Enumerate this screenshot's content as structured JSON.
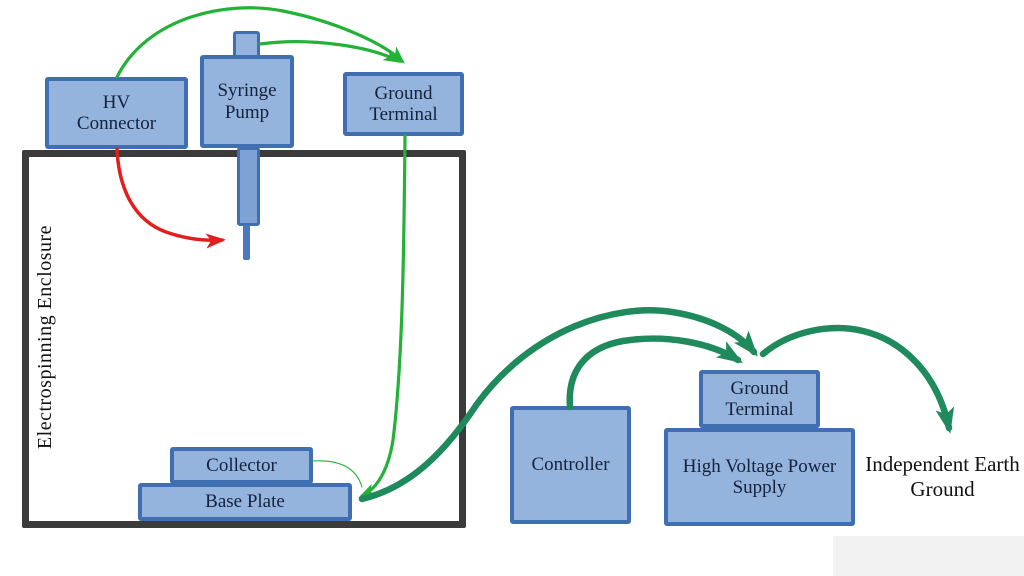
{
  "diagram": {
    "enclosure": {
      "label": "Electrospinning Enclosure"
    },
    "nodes": {
      "hv_connector": {
        "label": "HV Connector"
      },
      "syringe_pump": {
        "label": "Syringe Pump"
      },
      "ground_terminal_enclosure": {
        "label": "Ground Terminal"
      },
      "collector": {
        "label": "Collector"
      },
      "base_plate": {
        "label": "Base Plate"
      },
      "controller": {
        "label": "Controller"
      },
      "ground_terminal_psu": {
        "label": "Ground Terminal"
      },
      "hv_power_supply": {
        "label": "High Voltage Power Supply"
      },
      "earth_ground": {
        "label": "Independent Earth Ground"
      }
    },
    "colors": {
      "box_fill": "#94b3dd",
      "box_border": "#3f6fb0",
      "label_text": "#15223c",
      "bright_green_arrow": "#23b138",
      "dark_green_arrow": "#1f8a5c",
      "red_arrow": "#e21f1f",
      "enclosure_border": "#3b3b3b"
    }
  }
}
